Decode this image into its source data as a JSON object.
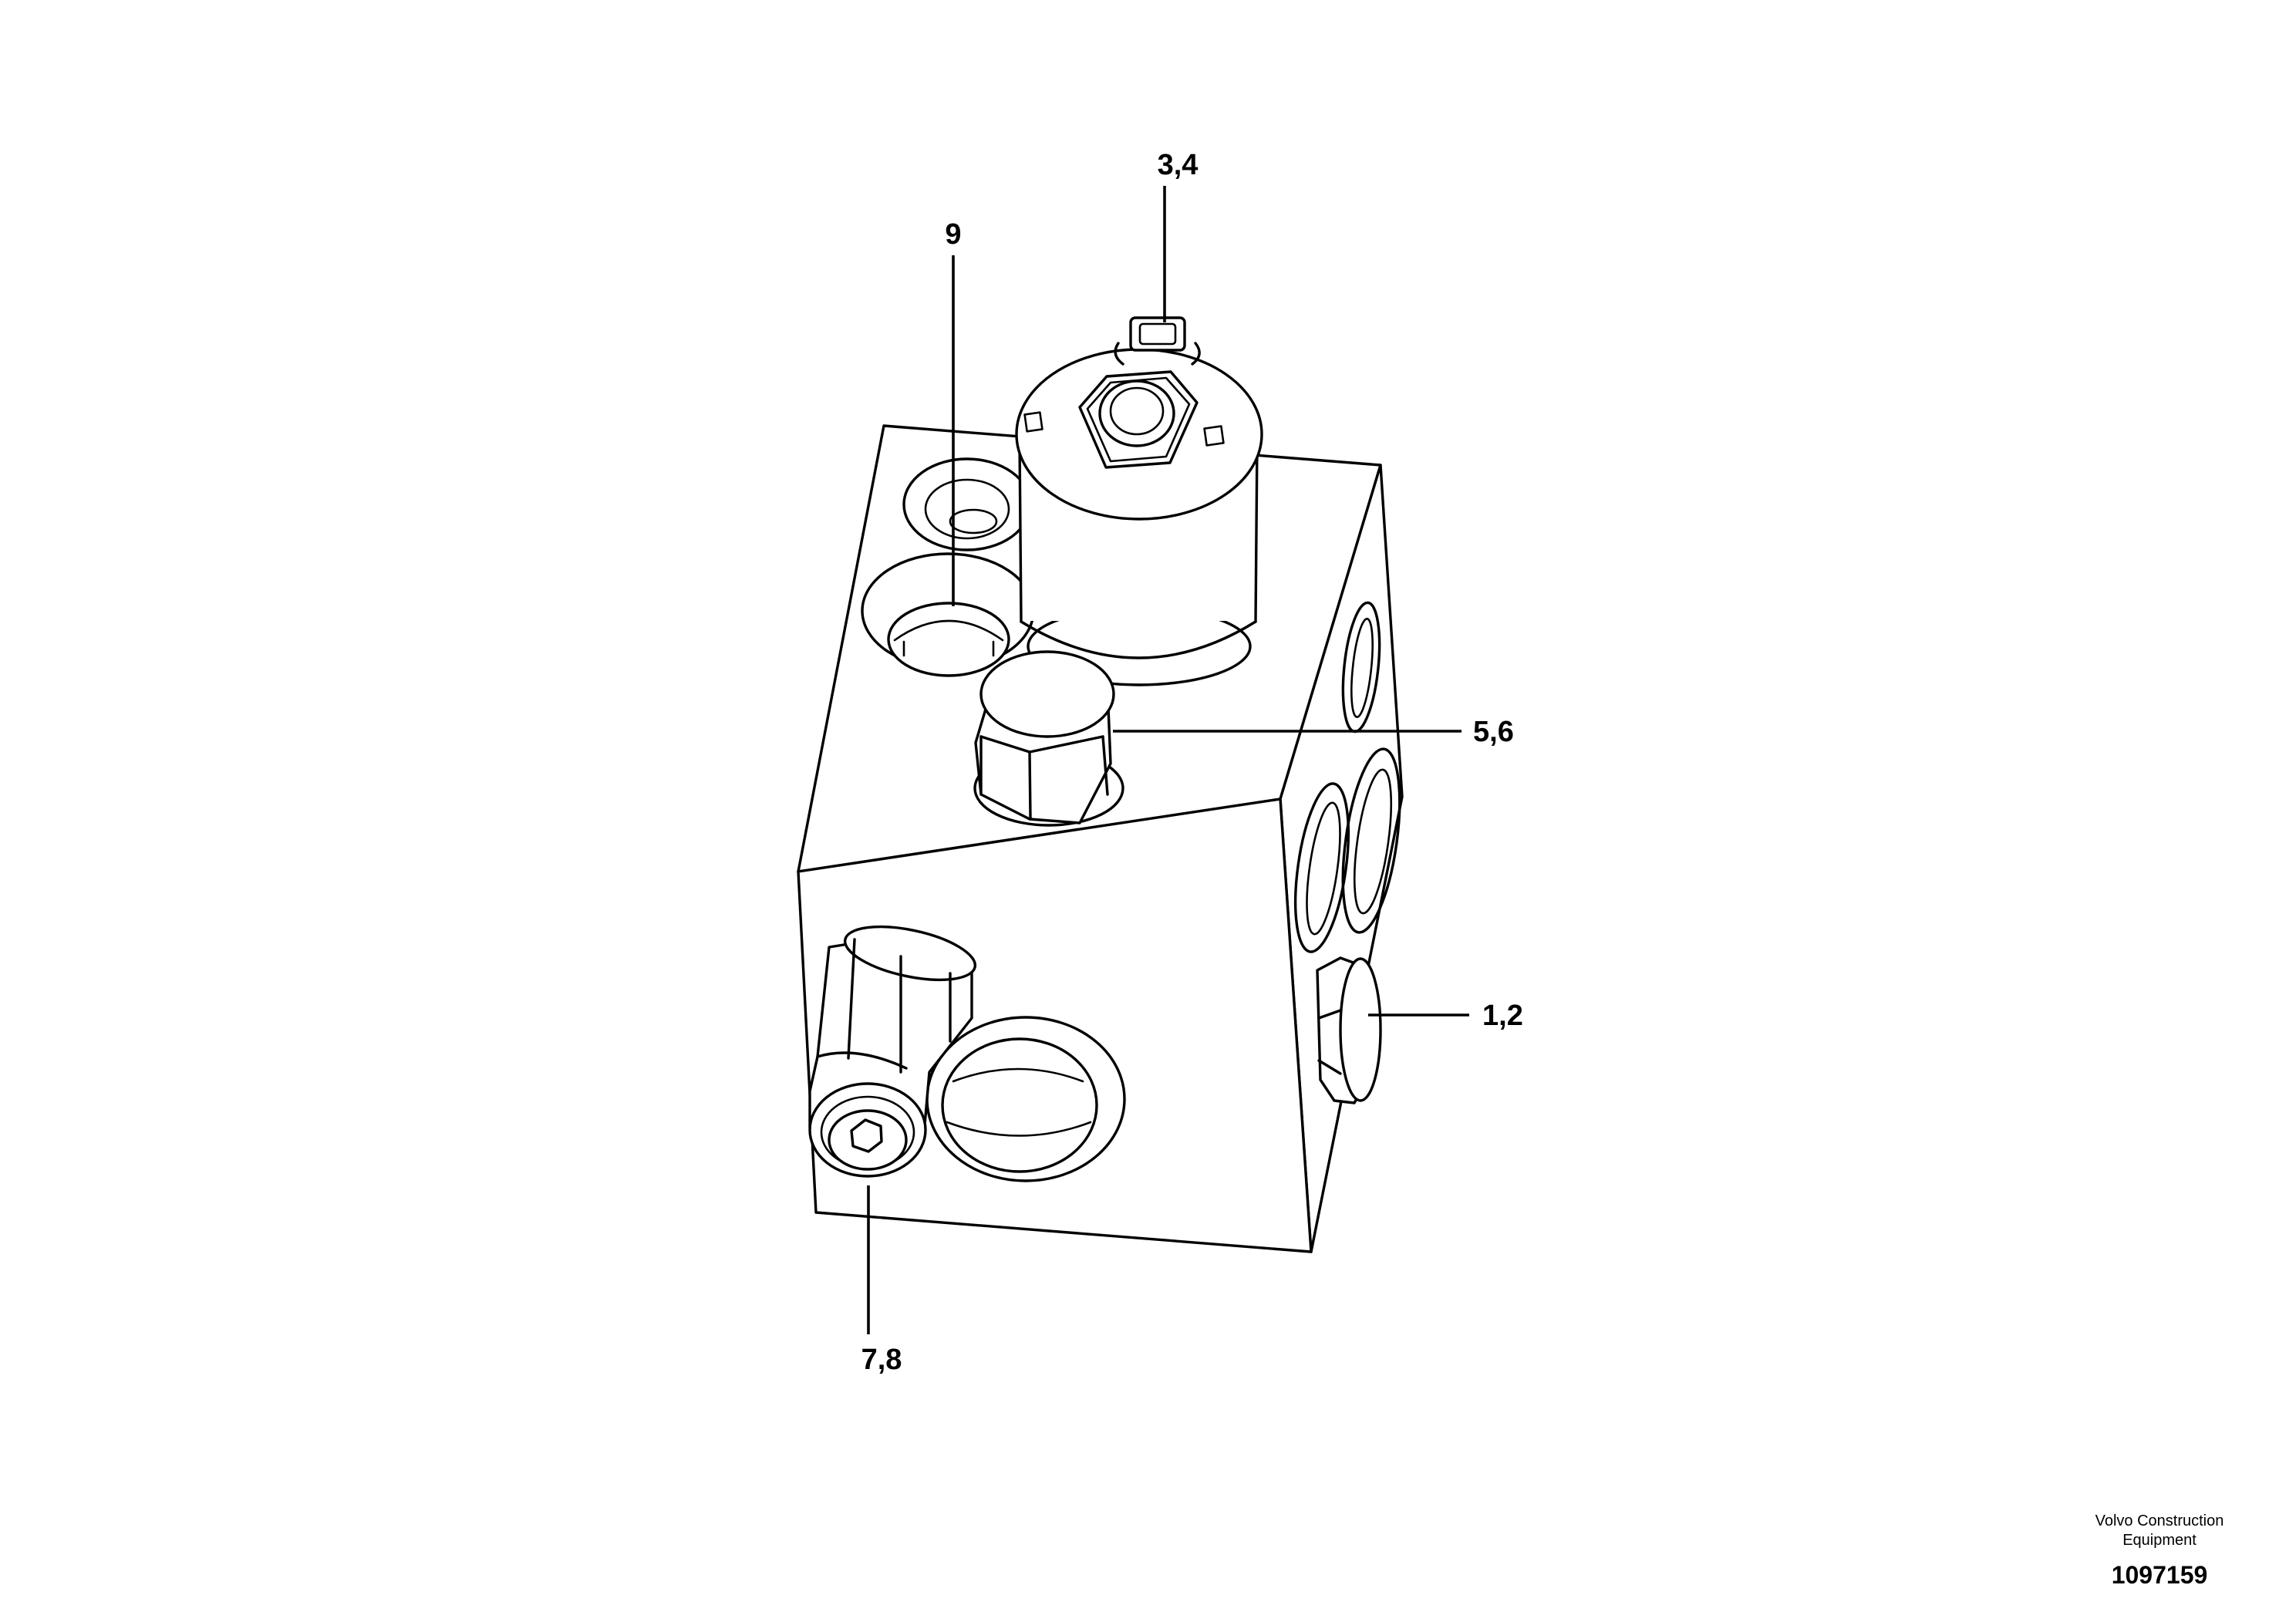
{
  "callouts": {
    "c34": "3,4",
    "c9": "9",
    "c56": "5,6",
    "c12": "1,2",
    "c78": "7,8"
  },
  "footer": {
    "company_line1": "Volvo Construction",
    "company_line2": "Equipment",
    "drawing_number": "1097159"
  }
}
